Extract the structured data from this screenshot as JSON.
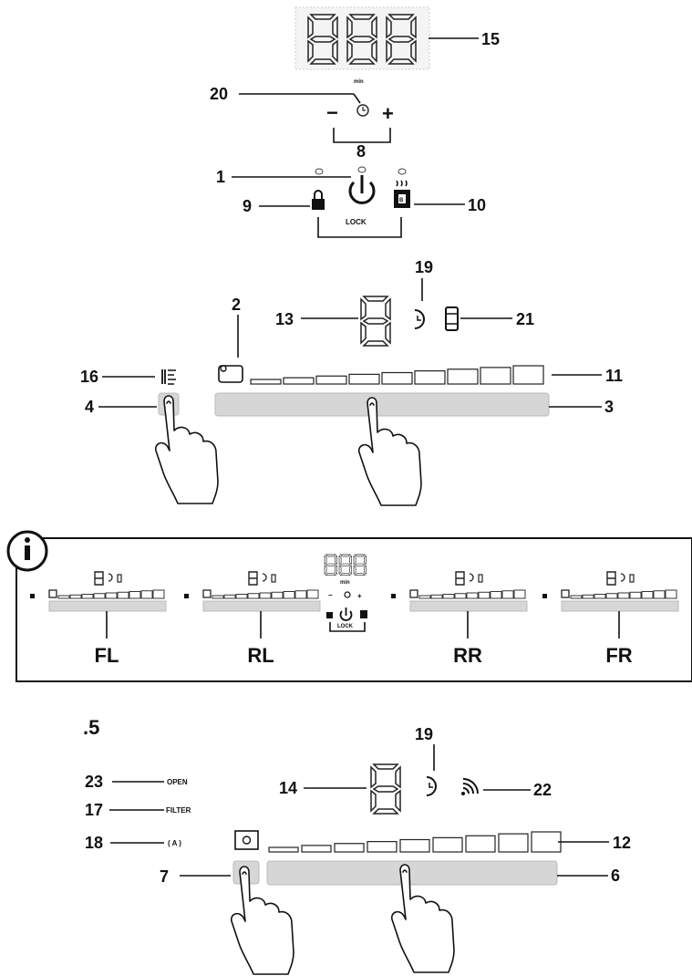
{
  "section_marker": ".5",
  "callouts": {
    "c1": "1",
    "c2": "2",
    "c3": "3",
    "c4": "4",
    "c6": "6",
    "c7": "7",
    "c8": "8",
    "c9": "9",
    "c10": "10",
    "c11": "11",
    "c12": "12",
    "c13": "13",
    "c14": "14",
    "c15": "15",
    "c16": "16",
    "c17": "17",
    "c18": "18",
    "c19a": "19",
    "c19b": "19",
    "c20": "20",
    "c21": "21",
    "c22": "22",
    "c23": "23"
  },
  "labels": {
    "min": "min",
    "lock": "LOCK",
    "minus": "−",
    "plus": "+",
    "open": "OPEN",
    "filter": "FILTER",
    "auto": "( A )"
  },
  "zones": [
    "FL",
    "RL",
    "RR",
    "FR"
  ],
  "info_box": {
    "icon": "info-icon",
    "min": "min",
    "lock": "LOCK",
    "minus": "−",
    "plus": "+"
  },
  "icons": [
    "timer-clock-icon",
    "power-icon",
    "lock-icon",
    "pot-boost-icon",
    "bridge-icon",
    "pause-icon",
    "hand-pointer-icon",
    "wifi-signal-icon"
  ]
}
